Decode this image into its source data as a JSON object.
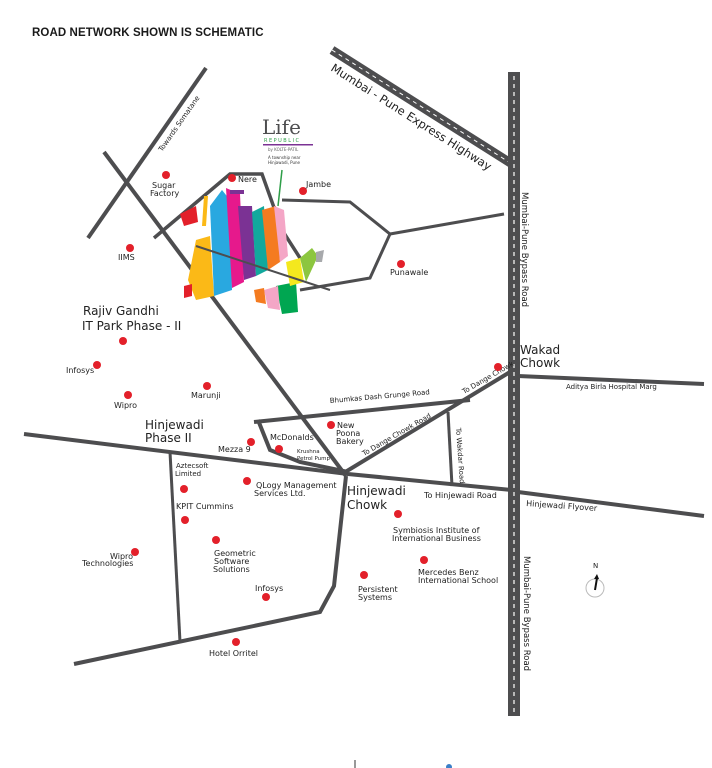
{
  "header": {
    "title": "ROAD NETWORK SHOWN IS SCHEMATIC"
  },
  "logo": {
    "name": "Life",
    "sub": "REPUBLIC",
    "by": "by KOLTE-PATIL",
    "tagline1": "A township near",
    "tagline2": "Hinjawadi, Pune"
  },
  "roads": {
    "expressway": "Mumbai - Pune Express Highway",
    "bypass_top": "Mumbai-Pune Bypass Road",
    "bypass_bottom": "Mumbai-Pune Bypass Road",
    "somatane": "Towards Somatane",
    "bhumkar": "Bhumkas Dash Grunge Road",
    "dange1": "To Dange Chowk Road",
    "dange2": "To Dange Chowk",
    "wakad_road": "To Wakdar Road",
    "hinjewadi_road": "To Hinjewadi Road",
    "flyover": "Hinjewadi Flyover",
    "aditya": "Aditya Birla Hospital Marg"
  },
  "areas": {
    "wakad": [
      "Wakad",
      "Chowk"
    ],
    "hinjewadi_chowk": [
      "Hinjewadi",
      "Chowk"
    ],
    "hinjewadi_phase2": [
      "Hinjewadi",
      "Phase II"
    ],
    "rgitp": [
      "Rajiv Gandhi",
      "IT Park Phase - II"
    ]
  },
  "places": [
    {
      "id": "nere",
      "lines": [
        "Nere"
      ]
    },
    {
      "id": "jambe",
      "lines": [
        "Jambe"
      ]
    },
    {
      "id": "sugar",
      "lines": [
        "Sugar",
        "Factory"
      ]
    },
    {
      "id": "iims",
      "lines": [
        "IIMS"
      ]
    },
    {
      "id": "punawale",
      "lines": [
        "Punawale"
      ]
    },
    {
      "id": "infosys1",
      "lines": [
        "Infosys"
      ]
    },
    {
      "id": "wipro1",
      "lines": [
        "Wipro"
      ]
    },
    {
      "id": "marunji",
      "lines": [
        "Marunji"
      ]
    },
    {
      "id": "mezza",
      "lines": [
        "Mezza 9"
      ]
    },
    {
      "id": "mcd",
      "lines": [
        "McDonalds"
      ]
    },
    {
      "id": "krushna",
      "lines": [
        "Krushna",
        "Petrol Pump"
      ]
    },
    {
      "id": "poona",
      "lines": [
        "New",
        "Poona",
        "Bakery"
      ]
    },
    {
      "id": "aztec",
      "lines": [
        "Aztecsoft",
        "Limited"
      ]
    },
    {
      "id": "qlogy",
      "lines": [
        "QLogy Management",
        "Services Ltd."
      ]
    },
    {
      "id": "kpit",
      "lines": [
        "KPIT Cummins"
      ]
    },
    {
      "id": "wipro2",
      "lines": [
        "Wipro",
        "Technologies"
      ]
    },
    {
      "id": "geometric",
      "lines": [
        "Geometric",
        "Software",
        "Solutions"
      ]
    },
    {
      "id": "infosys2",
      "lines": [
        "Infosys"
      ]
    },
    {
      "id": "orritel",
      "lines": [
        "Hotel Orritel"
      ]
    },
    {
      "id": "symbiosis",
      "lines": [
        "Symbiosis Institute of",
        "International Business"
      ]
    },
    {
      "id": "mercedes",
      "lines": [
        "Mercedes Benz",
        "International School"
      ]
    },
    {
      "id": "persistent",
      "lines": [
        "Persistent",
        "Systems"
      ]
    }
  ],
  "compass": {
    "label": "N"
  },
  "colors": {
    "road": "#4d4d4f",
    "pin": "#e3202a",
    "township": [
      "#fbb917",
      "#29a8e0",
      "#e6198c",
      "#7b3294",
      "#12a89d",
      "#f47b20",
      "#f4a6c6",
      "#00a651",
      "#f4e81e",
      "#8cc63f",
      "#a7a9ac"
    ]
  }
}
